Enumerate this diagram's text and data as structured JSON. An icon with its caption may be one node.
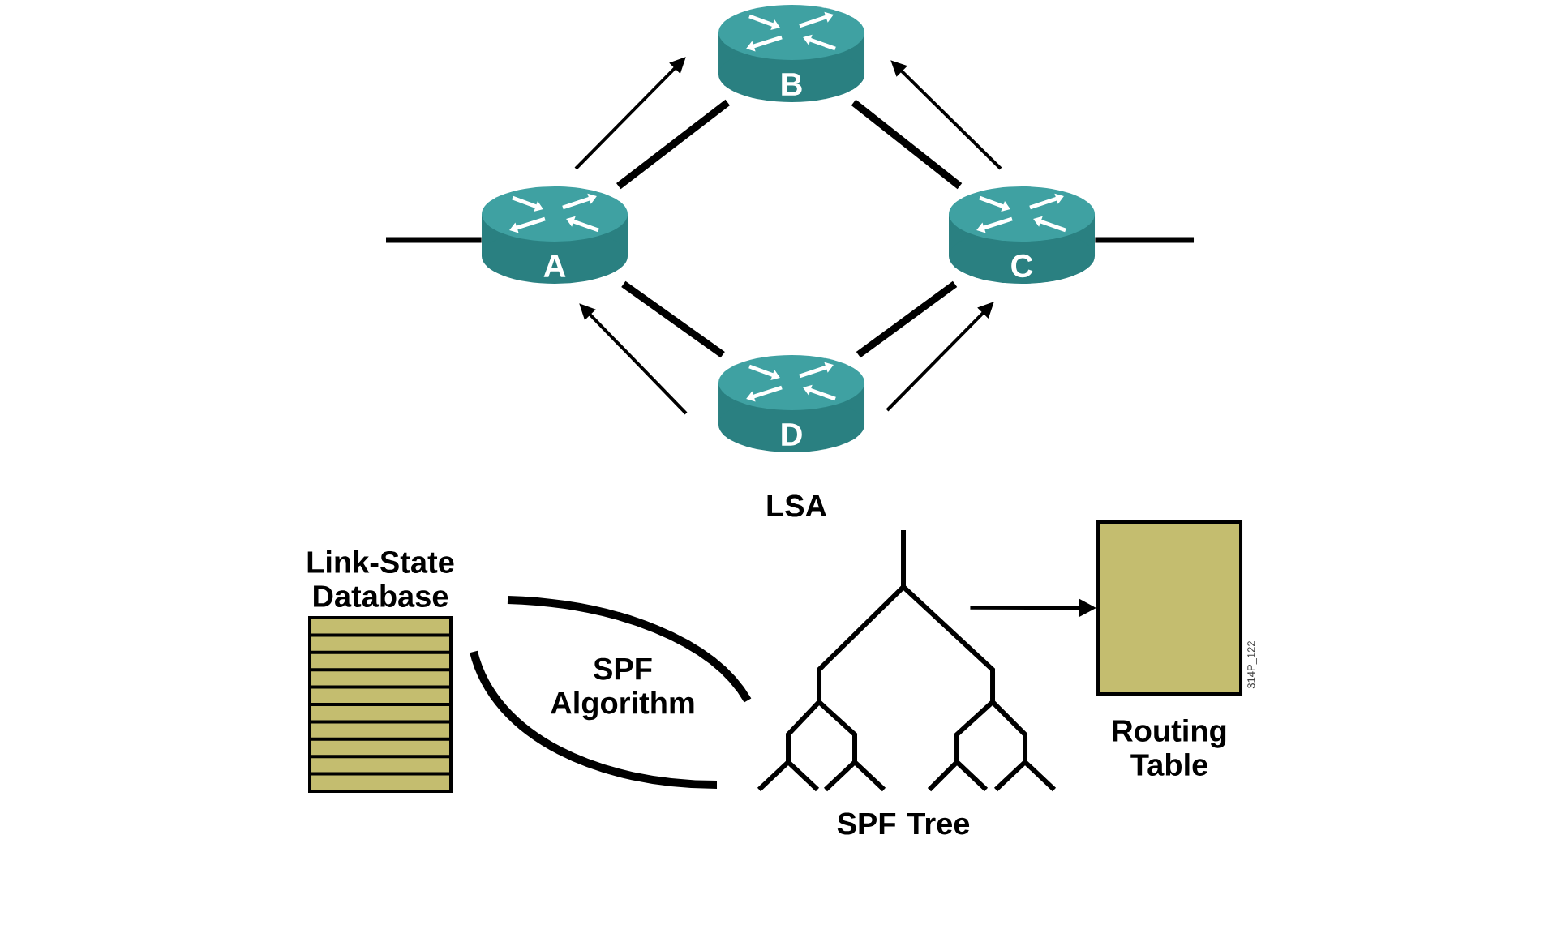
{
  "diagram": {
    "nodes": [
      {
        "text": [
          "B"
        ]
      },
      {
        "text": [
          "A"
        ]
      },
      {
        "text": [
          "C"
        ]
      },
      {
        "text": [
          "D"
        ]
      },
      {
        "text": [
          "Link-State Database"
        ]
      },
      {
        "text": [
          "SPF Tree"
        ]
      },
      {
        "text": [
          "Routing Table"
        ]
      }
    ],
    "edges": [
      {
        "from": 1,
        "to": 0,
        "arrow": "none"
      },
      {
        "from": 0,
        "to": 2,
        "arrow": "none"
      },
      {
        "from": 1,
        "to": 3,
        "arrow": "none"
      },
      {
        "from": 3,
        "to": 2,
        "arrow": "none"
      },
      {
        "from": null,
        "to": 1,
        "arrow": "none"
      },
      {
        "from": 2,
        "to": null,
        "arrow": "none"
      },
      {
        "from": 5,
        "to": 6,
        "arrow": "to"
      }
    ],
    "labels": [
      "LSA",
      "SPF Algorithm",
      "314P_122"
    ]
  }
}
